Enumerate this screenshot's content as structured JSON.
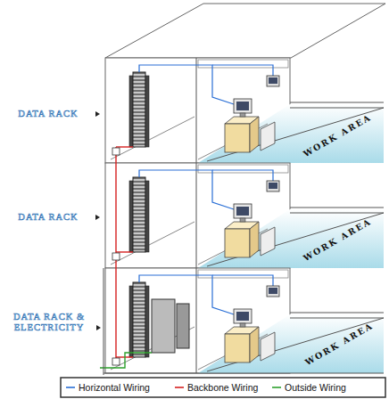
{
  "diagram": {
    "labels": [
      "DATA RACK",
      "DATA RACK",
      "DATA RACK & ELECTRICITY",
      "WORK AREA",
      "WORK AREA",
      "WORK AREA"
    ],
    "legend": [
      {
        "text": "Horizontal Wiring"
      },
      {
        "text": "Backbone Wiring"
      },
      {
        "text": "Outside Wiring"
      }
    ]
  }
}
